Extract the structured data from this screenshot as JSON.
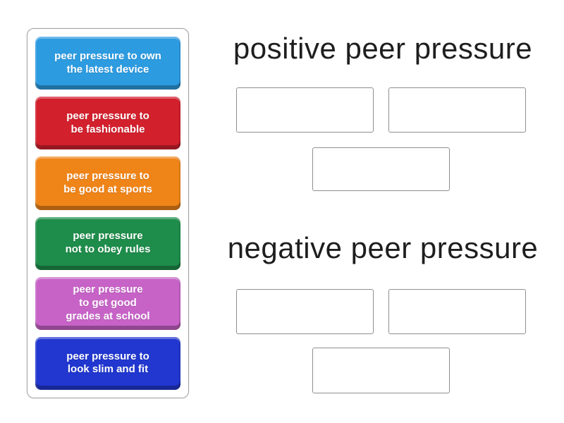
{
  "activity": {
    "kind": "group-sort",
    "tile_tray": {
      "tiles": [
        {
          "label": "peer pressure to own\nthe latest device",
          "color": "#2d9be0"
        },
        {
          "label": "peer pressure to\nbe fashionable",
          "color": "#d2202d"
        },
        {
          "label": "peer pressure to\nbe good at sports",
          "color": "#ef8419"
        },
        {
          "label": "peer pressure\nnot to obey rules",
          "color": "#1e8c4a"
        },
        {
          "label": "peer pressure\nto get good\ngrades at school",
          "color": "#c763c7"
        },
        {
          "label": "peer pressure to\nlook slim and fit",
          "color": "#2137cf"
        }
      ]
    },
    "groups": [
      {
        "title": "positive peer pressure",
        "empty_slots": 3
      },
      {
        "title": "negative peer pressure",
        "empty_slots": 3
      }
    ]
  },
  "colors": {
    "header_text": "#1e1e1e",
    "slot_border": "#8f8f8f",
    "tray_border": "#a3a3a3",
    "background": "#ffffff"
  }
}
